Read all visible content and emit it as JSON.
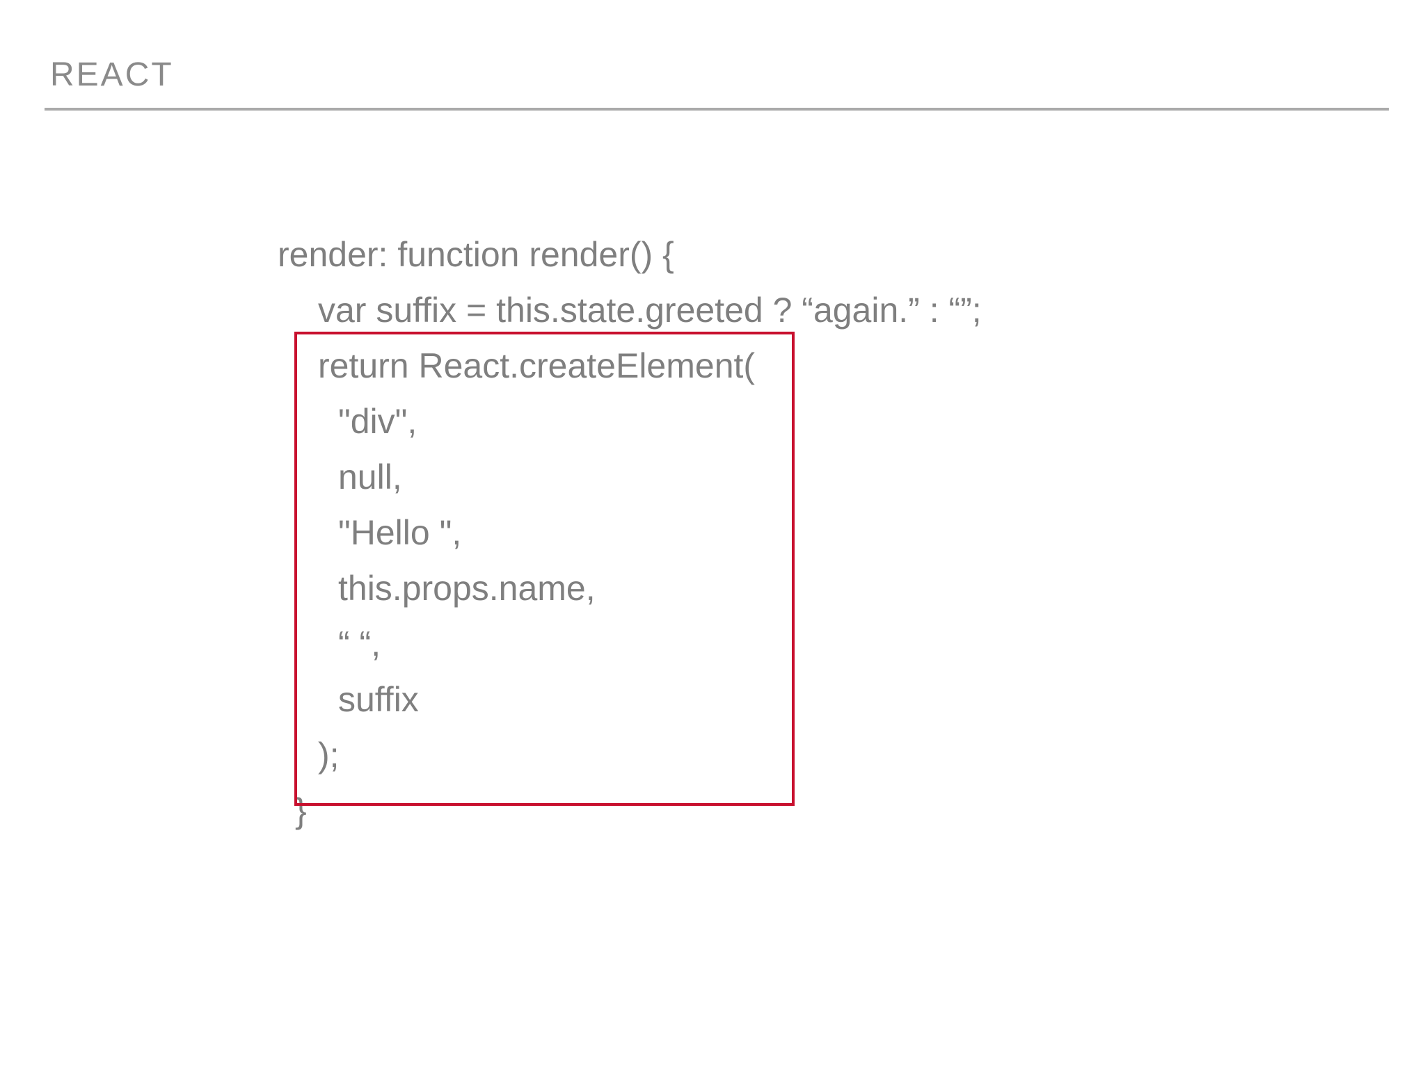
{
  "slide": {
    "title": "REACT",
    "highlight_color": "#c8102e",
    "code": [
      "render: function render() {",
      "var suffix = this.state.greeted ? “again.” : “”;",
      "return React.createElement(",
      "\"div\",",
      "null,",
      "\"Hello \",",
      "this.props.name,",
      "“ “,",
      "suffix",
      ");",
      "}"
    ]
  }
}
